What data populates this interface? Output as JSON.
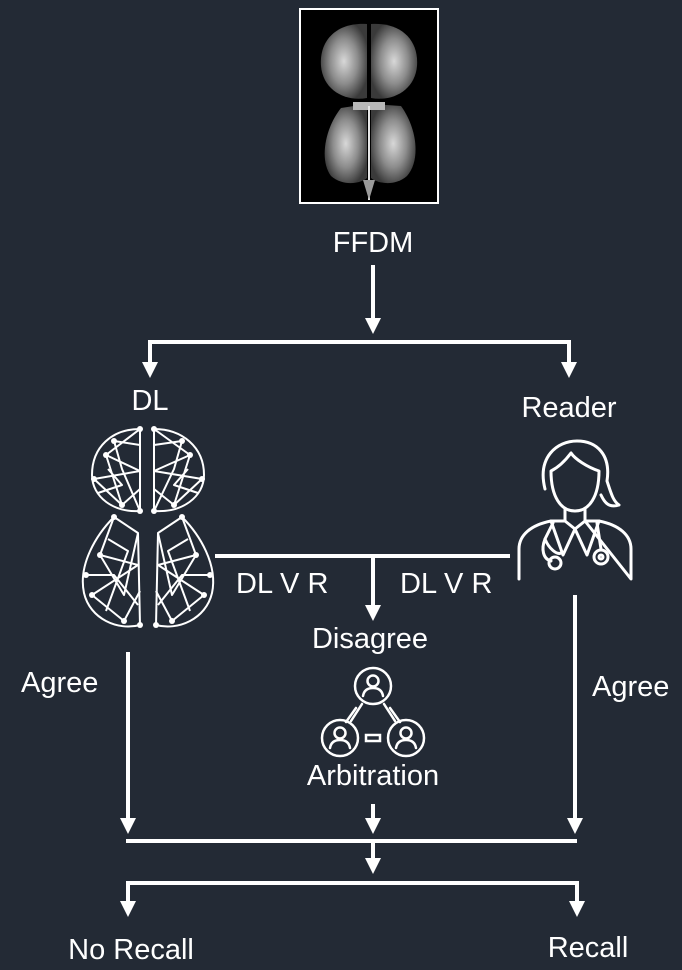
{
  "nodes": {
    "input": "FFDM",
    "dl": "DL",
    "reader": "Reader",
    "comparison_left": "DL V R",
    "comparison_right": "DL V R",
    "disagree": "Disagree",
    "arbitration": "Arbitration",
    "agree_left": "Agree",
    "agree_right": "Agree",
    "no_recall": "No Recall",
    "recall": "Recall"
  },
  "icons": {
    "input_image": "mammogram-image",
    "dl": "breast-mesh-icon",
    "reader": "doctor-icon",
    "arbitration": "arbitration-group-icon"
  },
  "colors": {
    "background": "#232a35",
    "foreground": "#ffffff"
  }
}
